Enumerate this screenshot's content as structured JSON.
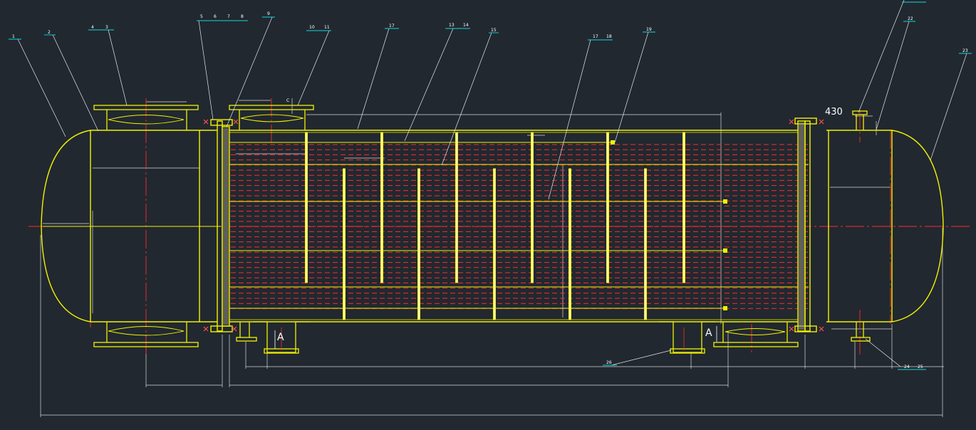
{
  "colors": {
    "background": "#212830",
    "shell": "#f2f200",
    "tubes": "#ff2a2a",
    "leader": "#ffffff",
    "callout_line": "#14d8d8",
    "flange_fill": "#8a8a8a"
  },
  "callouts": [
    "1",
    "2",
    "4",
    "3",
    "5",
    "6",
    "7",
    "8",
    "9",
    "10",
    "11",
    "17",
    "13",
    "14",
    "15",
    "17",
    "18",
    "19",
    "22",
    "23",
    "24",
    "25",
    "26"
  ],
  "dimensions": {
    "nozzle_height": "430",
    "section_left": "A",
    "section_right": "A",
    "marker_c": "C"
  }
}
